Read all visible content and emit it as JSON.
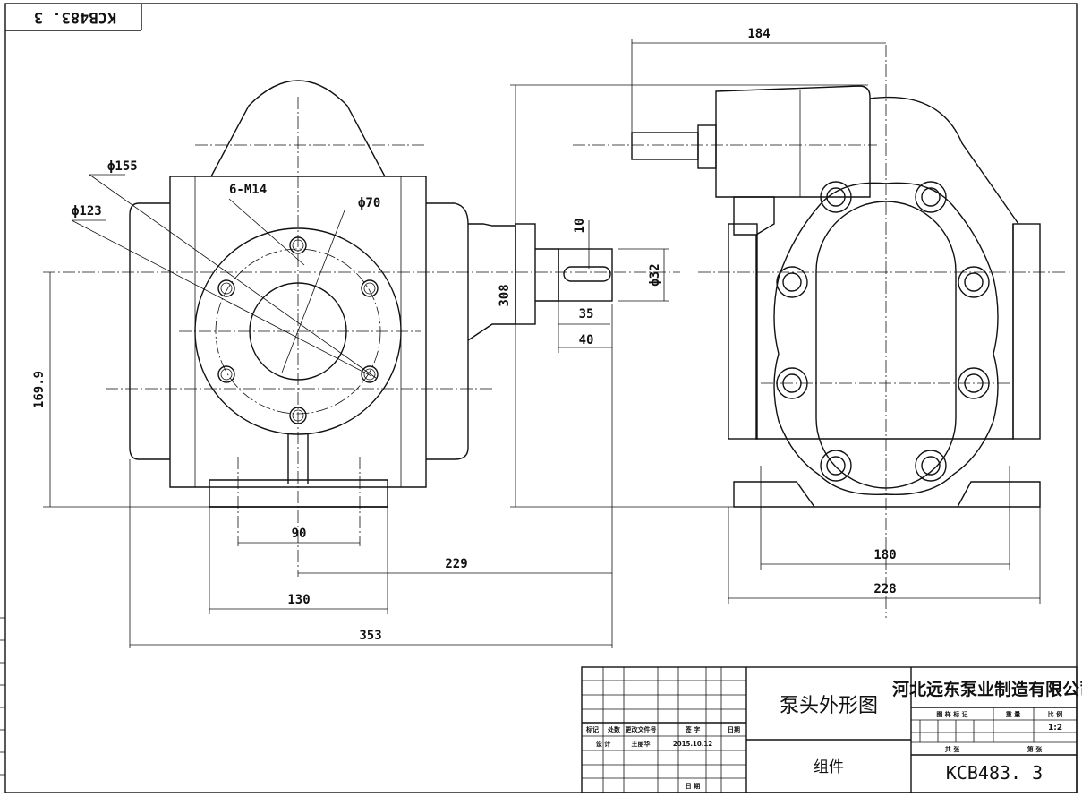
{
  "drawing_code_rotated": "KCB483. 3",
  "dimensions": {
    "d155": "ϕ155",
    "d123": "ϕ123",
    "m14": "6-M14",
    "d70": "ϕ70",
    "h169_9": "169.9",
    "w90": "90",
    "w229": "229",
    "w130": "130",
    "w353": "353",
    "h308": "308",
    "k10": "10",
    "k32": "ϕ32",
    "k35": "35",
    "k40": "40",
    "w184": "184",
    "w180": "180",
    "w228": "228"
  },
  "title_block": {
    "drawing_title": "泵头外形图",
    "company": "河北远东泵业制造有限公司",
    "part_type": "组件",
    "drawing_number": "KCB483. 3",
    "headers": {
      "mark": "标记",
      "count": "处数",
      "change_doc": "更改文件号",
      "signature": "签 字",
      "date": "日期",
      "design": "设 计",
      "designer": "王丽华",
      "design_date": "2015.10.12",
      "date2": "日 期",
      "stage_mark": "图 样 标 记",
      "weight": "重 量",
      "scale": "比 例",
      "scale_value": "1:2",
      "total_sheets": "共    张",
      "sheet_no": "第    张"
    }
  }
}
